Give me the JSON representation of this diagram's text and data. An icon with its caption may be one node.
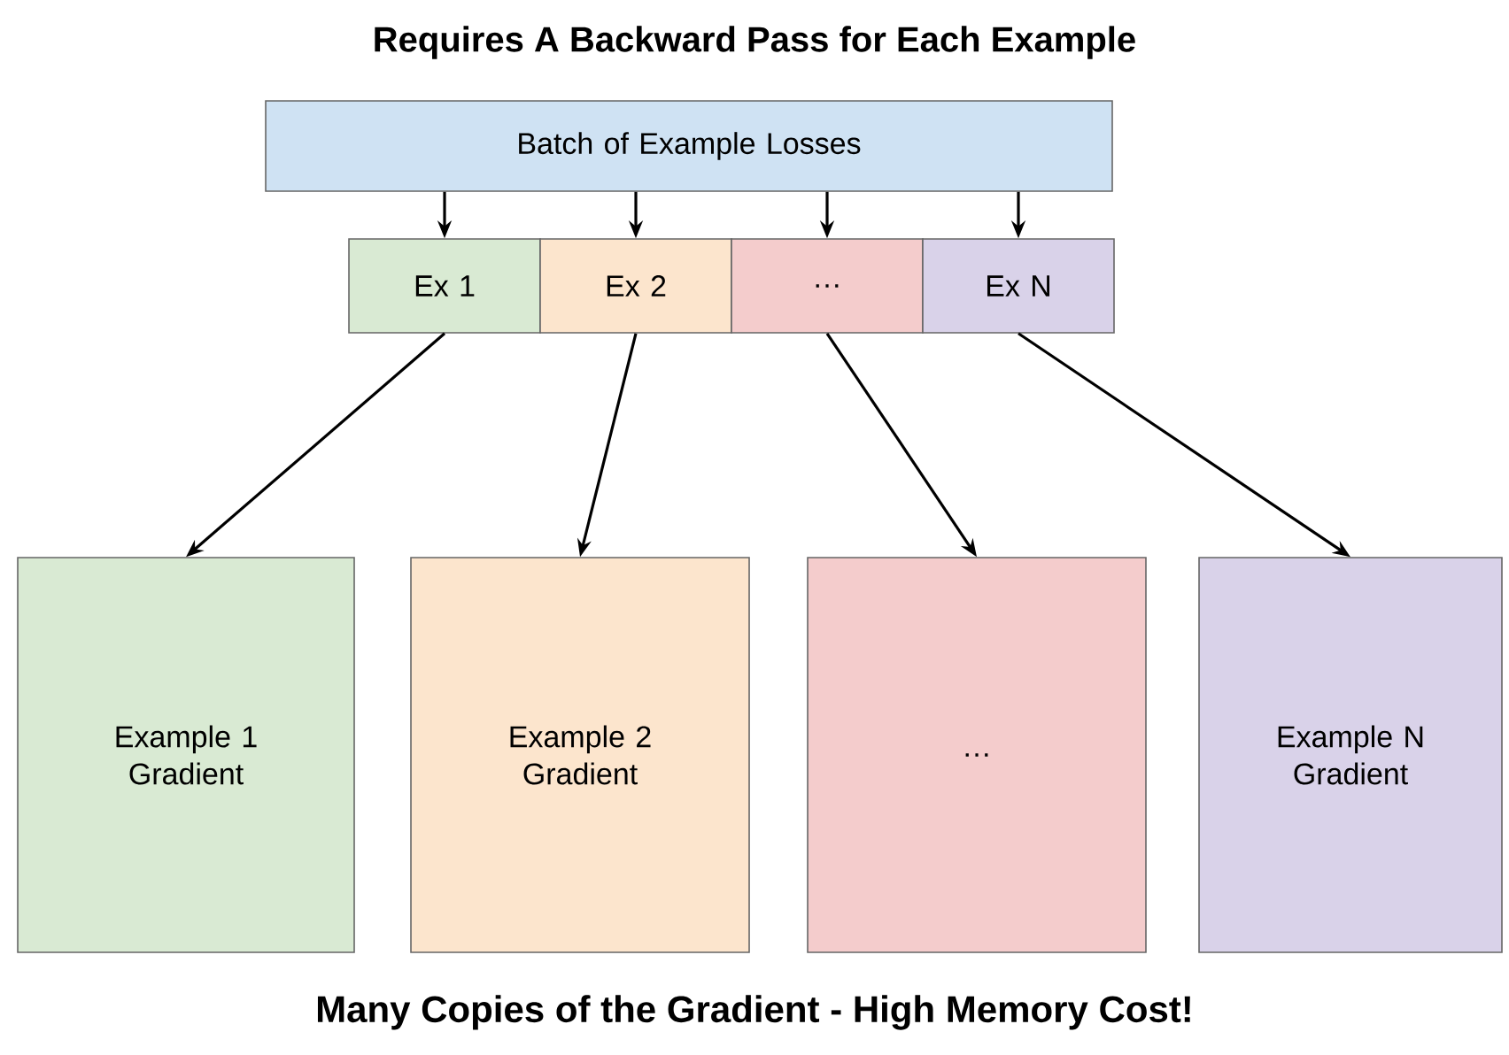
{
  "diagram": {
    "title": "Requires A Backward Pass for Each Example",
    "nodes": [
      {
        "text": [
          "Batch of Example Losses"
        ]
      },
      {
        "text": [
          "Ex 1"
        ]
      },
      {
        "text": [
          "Ex 2"
        ]
      },
      {
        "text": [
          "…"
        ]
      },
      {
        "text": [
          "Ex N"
        ]
      },
      {
        "text": [
          "Example 1 Gradient"
        ]
      },
      {
        "text": [
          "Example 2 Gradient"
        ]
      },
      {
        "text": [
          "…"
        ]
      },
      {
        "text": [
          "Example N Gradient"
        ]
      }
    ],
    "edges": [
      {
        "from": 0,
        "to": 1,
        "arrow": "to"
      },
      {
        "from": 0,
        "to": 2,
        "arrow": "to"
      },
      {
        "from": 0,
        "to": 3,
        "arrow": "to"
      },
      {
        "from": 0,
        "to": 4,
        "arrow": "to"
      },
      {
        "from": 1,
        "to": 5,
        "arrow": "to"
      },
      {
        "from": 2,
        "to": 6,
        "arrow": "to"
      },
      {
        "from": 3,
        "to": 7,
        "arrow": "to"
      },
      {
        "from": 4,
        "to": 8,
        "arrow": "to"
      }
    ],
    "caption": "Many Copies of the Gradient - High Memory Cost!"
  }
}
